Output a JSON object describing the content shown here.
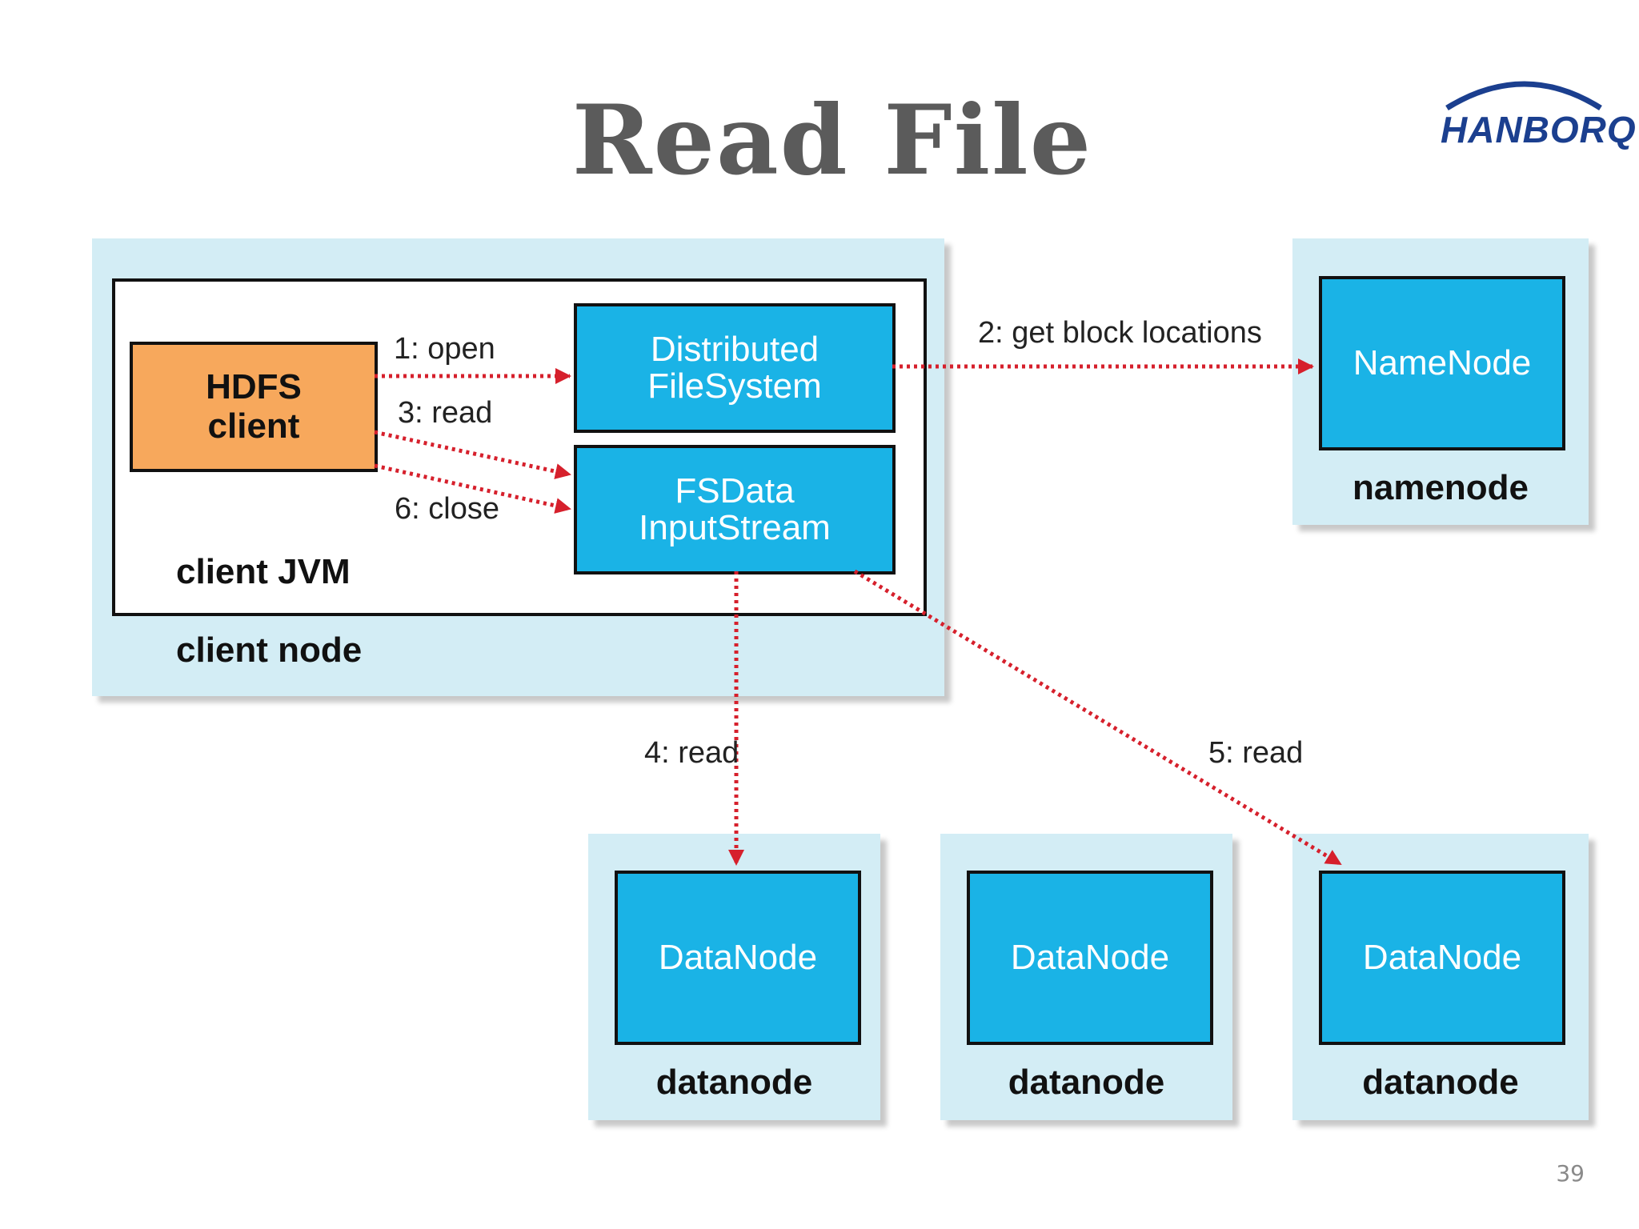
{
  "title": "Read File",
  "logo": {
    "text": "HANBORQ"
  },
  "page_number": "39",
  "client_node": {
    "label": "client node",
    "jvm_label": "client JVM",
    "hdfs_client": "HDFS\nclient",
    "distributed_fs": "Distributed\nFileSystem",
    "fsdata_stream": "FSData\nInputStream"
  },
  "namenode": {
    "box": "NameNode",
    "label": "namenode"
  },
  "datanodes": [
    {
      "box": "DataNode",
      "label": "datanode"
    },
    {
      "box": "DataNode",
      "label": "datanode"
    },
    {
      "box": "DataNode",
      "label": "datanode"
    }
  ],
  "edges": {
    "open": "1: open",
    "get_block_locations": "2: get block locations",
    "read_stream": "3: read",
    "read_dn1": "4: read",
    "read_dn3": "5: read",
    "close": "6: close"
  },
  "colors": {
    "node_bg": "#d3edf5",
    "box_fill": "#1ab3e6",
    "hdfs_fill": "#f7a85c",
    "arrow": "#d6202c",
    "title": "#5b5b5b",
    "logo": "#1b3f8f"
  }
}
